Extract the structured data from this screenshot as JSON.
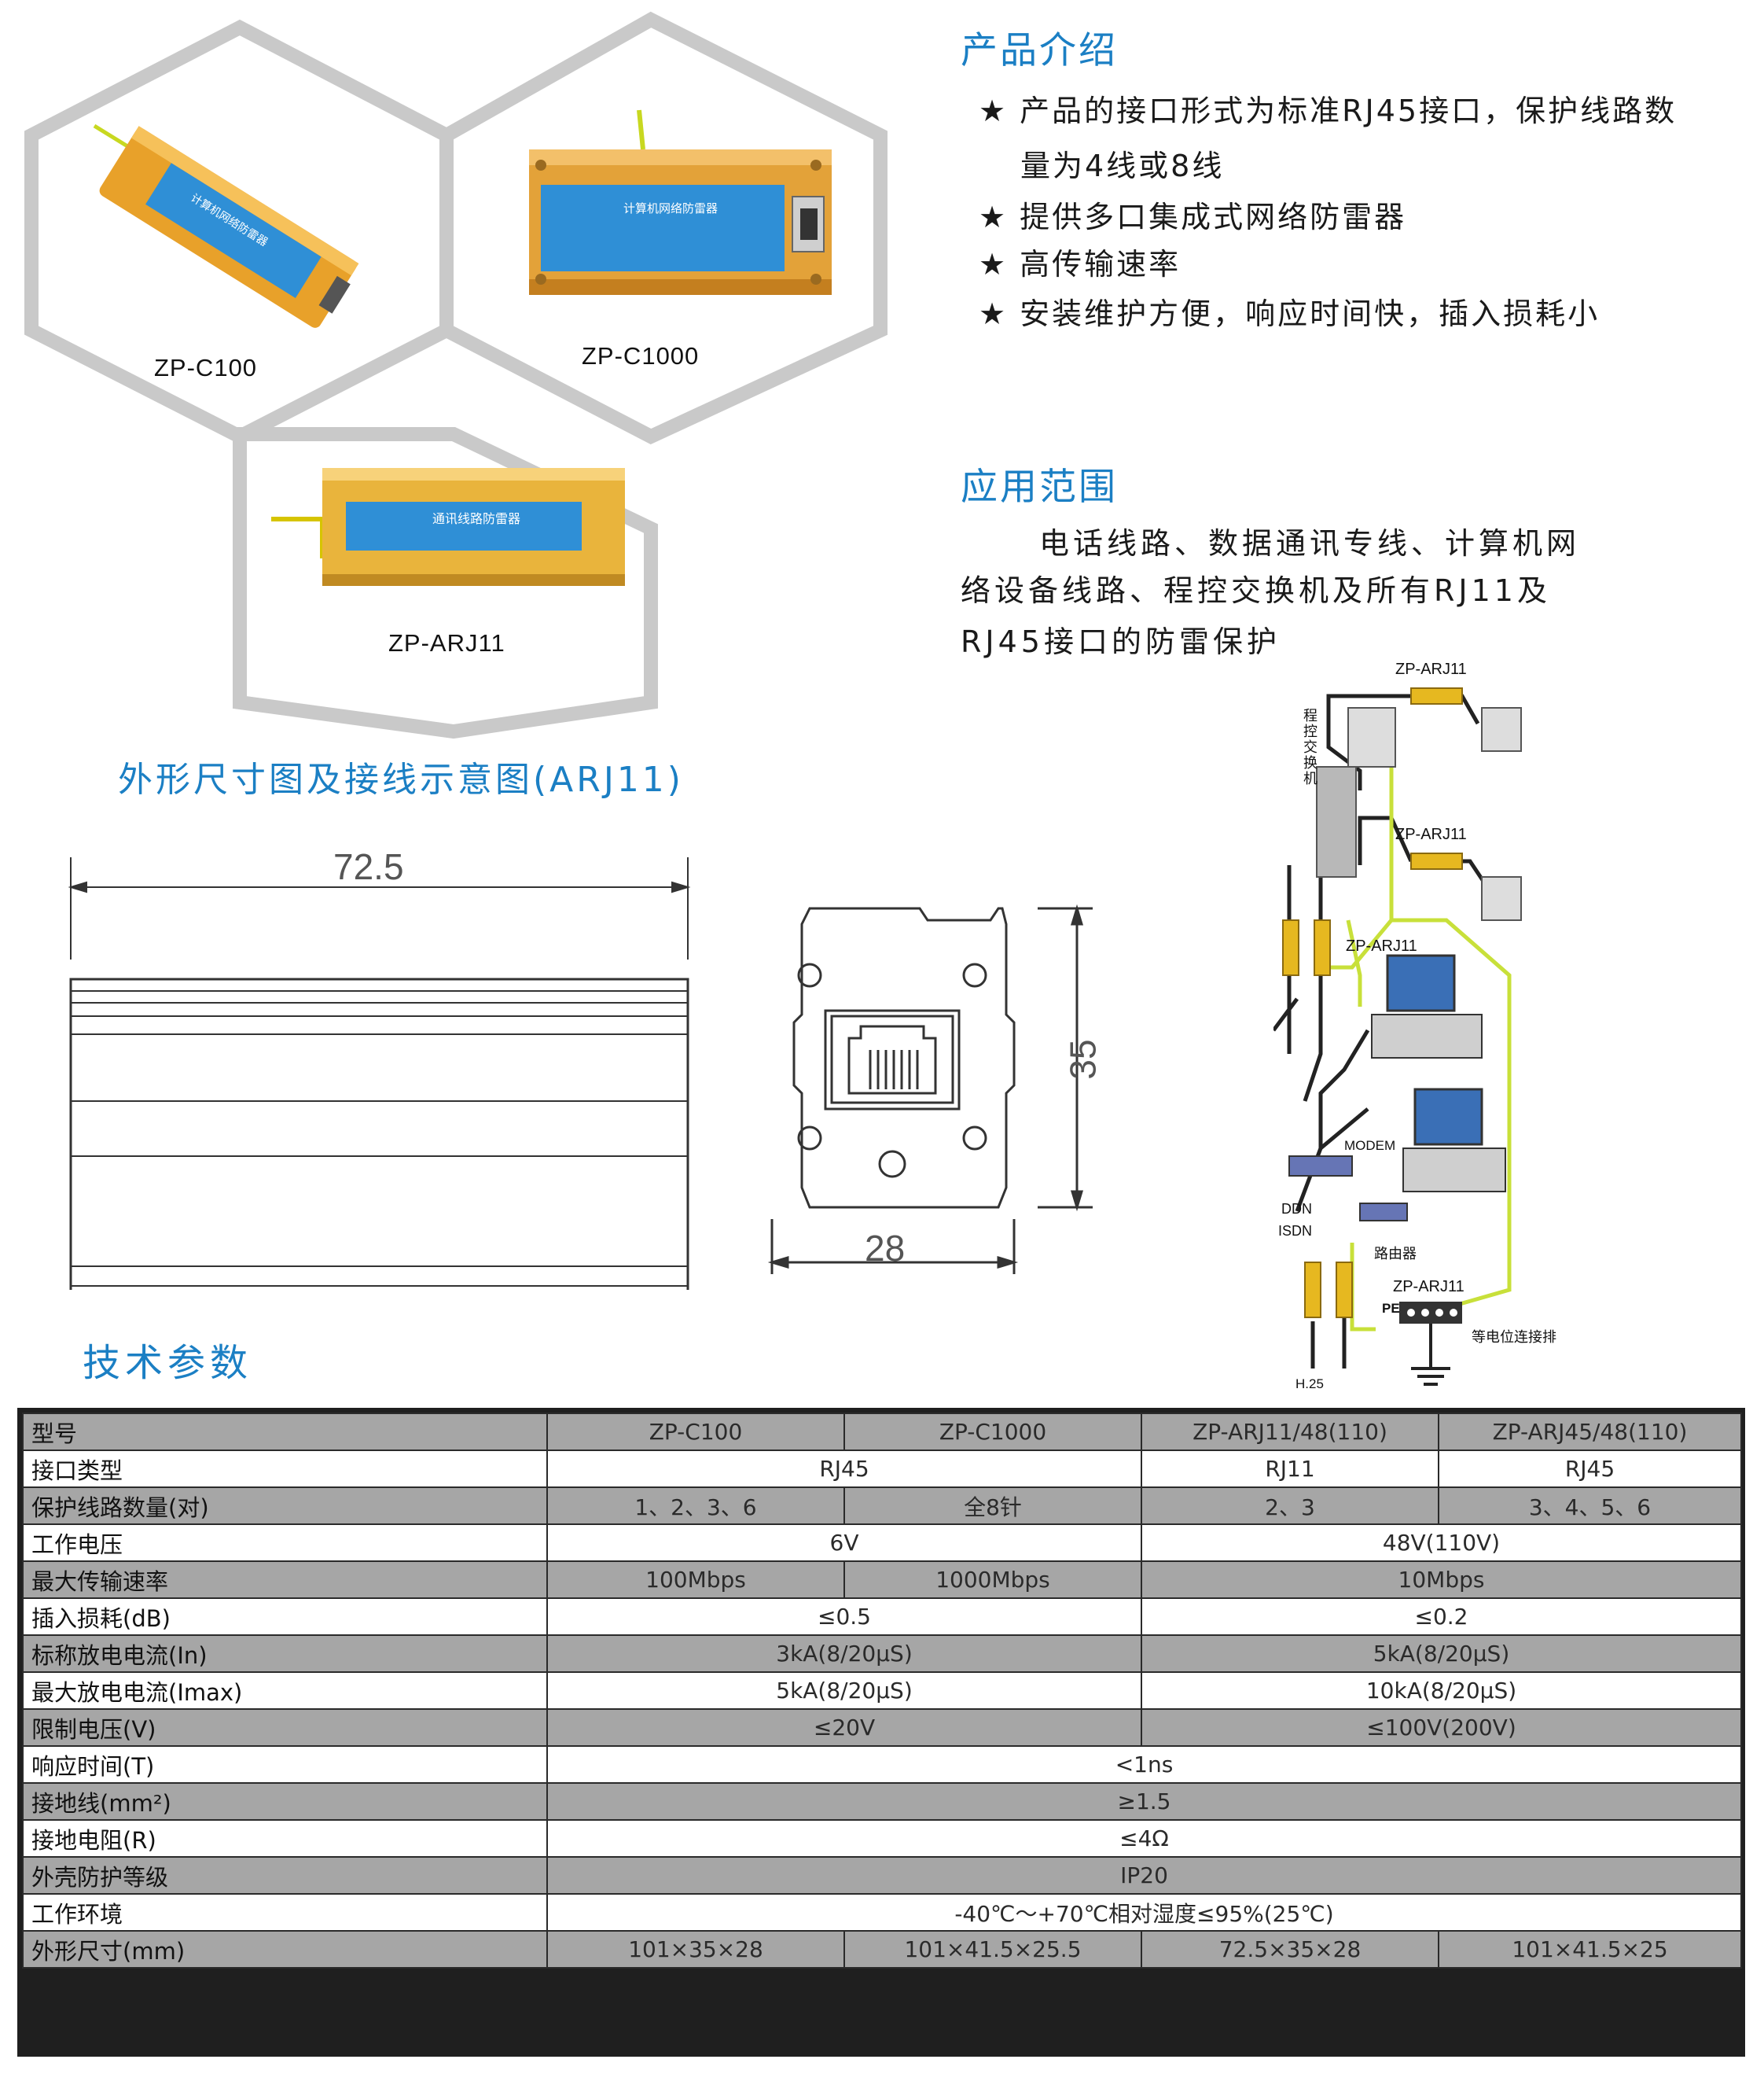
{
  "products": [
    {
      "label": "ZP-C100",
      "body_text": "计算机网络防雷器"
    },
    {
      "label": "ZP-C1000",
      "body_text": "计算机网络防雷器"
    },
    {
      "label": "ZP-ARJ11",
      "body_text": "通讯线路防雷器"
    }
  ],
  "intro": {
    "title": "产品介绍",
    "bullets": [
      "★ 产品的接口形式为标准RJ45接口，保护线路数",
      "量为4线或8线",
      "★ 提供多口集成式网络防雷器",
      "★ 高传输速率",
      "★ 安装维护方便，响应时间快，插入损耗小"
    ]
  },
  "scope": {
    "title": "应用范围",
    "lines": [
      "电话线路、数据通讯专线、计算机网",
      "络设备线路、程控交换机及所有RJ11及",
      "RJ45接口的防雷保护"
    ]
  },
  "drawing": {
    "title": "外形尺寸图及接线示意图(ARJ11)",
    "dim_length": "72.5",
    "dim_height": "35",
    "dim_width": "28"
  },
  "diagram": {
    "labels": {
      "arj_top": "ZP-ARJ11",
      "arj_mid": "ZP-ARJ11",
      "arj_left": "ZP-ARJ11",
      "arj_bottom": "ZP-ARJ11",
      "pbx": "程控交换机",
      "modem": "MODEM",
      "ddn": "DDN",
      "isdn": "ISDN",
      "router": "路由器",
      "pe": "PE",
      "bonding_bar": "等电位连接排",
      "h25": "H.25"
    },
    "colors": {
      "wire_green": "#c8e03a",
      "wire_dark": "#222222",
      "protector": "#e6b820"
    }
  },
  "specs": {
    "title": "技术参数",
    "rows": [
      {
        "key": "型号",
        "cells": [
          [
            "ZP-C100",
            1
          ],
          [
            "ZP-C1000",
            1
          ],
          [
            "ZP-ARJ11/48(110)",
            1
          ],
          [
            "ZP-ARJ45/48(110)",
            1
          ]
        ]
      },
      {
        "key": "接口类型",
        "cells": [
          [
            "RJ45",
            2
          ],
          [
            "RJ11",
            1
          ],
          [
            "RJ45",
            1
          ]
        ]
      },
      {
        "key": "保护线路数量(对)",
        "cells": [
          [
            "1、2、3、6",
            1
          ],
          [
            "全8针",
            1
          ],
          [
            "2、3",
            1
          ],
          [
            "3、4、5、6",
            1
          ]
        ]
      },
      {
        "key": "工作电压",
        "cells": [
          [
            "6V",
            2
          ],
          [
            "48V(110V)",
            2
          ]
        ]
      },
      {
        "key": "最大传输速率",
        "cells": [
          [
            "100Mbps",
            1
          ],
          [
            "1000Mbps",
            1
          ],
          [
            "10Mbps",
            2
          ]
        ]
      },
      {
        "key": "插入损耗(dB)",
        "cells": [
          [
            "≤0.5",
            2
          ],
          [
            "≤0.2",
            2
          ]
        ]
      },
      {
        "key": "标称放电电流(In)",
        "cells": [
          [
            "3kA(8/20μS)",
            2
          ],
          [
            "5kA(8/20μS)",
            2
          ]
        ]
      },
      {
        "key": "最大放电电流(Imax)",
        "cells": [
          [
            "5kA(8/20μS)",
            2
          ],
          [
            "10kA(8/20μS)",
            2
          ]
        ]
      },
      {
        "key": "限制电压(V)",
        "cells": [
          [
            "≤20V",
            2
          ],
          [
            "≤100V(200V)",
            2
          ]
        ]
      },
      {
        "key": "响应时间(T)",
        "cells": [
          [
            "<1ns",
            4
          ]
        ]
      },
      {
        "key": "接地线(mm²)",
        "cells": [
          [
            "≥1.5",
            4
          ]
        ]
      },
      {
        "key": "接地电阻(R)",
        "cells": [
          [
            "≤4Ω",
            4
          ]
        ]
      },
      {
        "key": "外壳防护等级",
        "cells": [
          [
            "IP20",
            4
          ]
        ]
      },
      {
        "key": "工作环境",
        "cells": [
          [
            "-40℃～+70℃相对湿度≤95%(25℃)",
            4
          ]
        ]
      },
      {
        "key": "外形尺寸(mm)",
        "cells": [
          [
            "101×35×28",
            1
          ],
          [
            "101×41.5×25.5",
            1
          ],
          [
            "72.5×35×28",
            1
          ],
          [
            "101×41.5×25",
            1
          ]
        ]
      }
    ]
  }
}
